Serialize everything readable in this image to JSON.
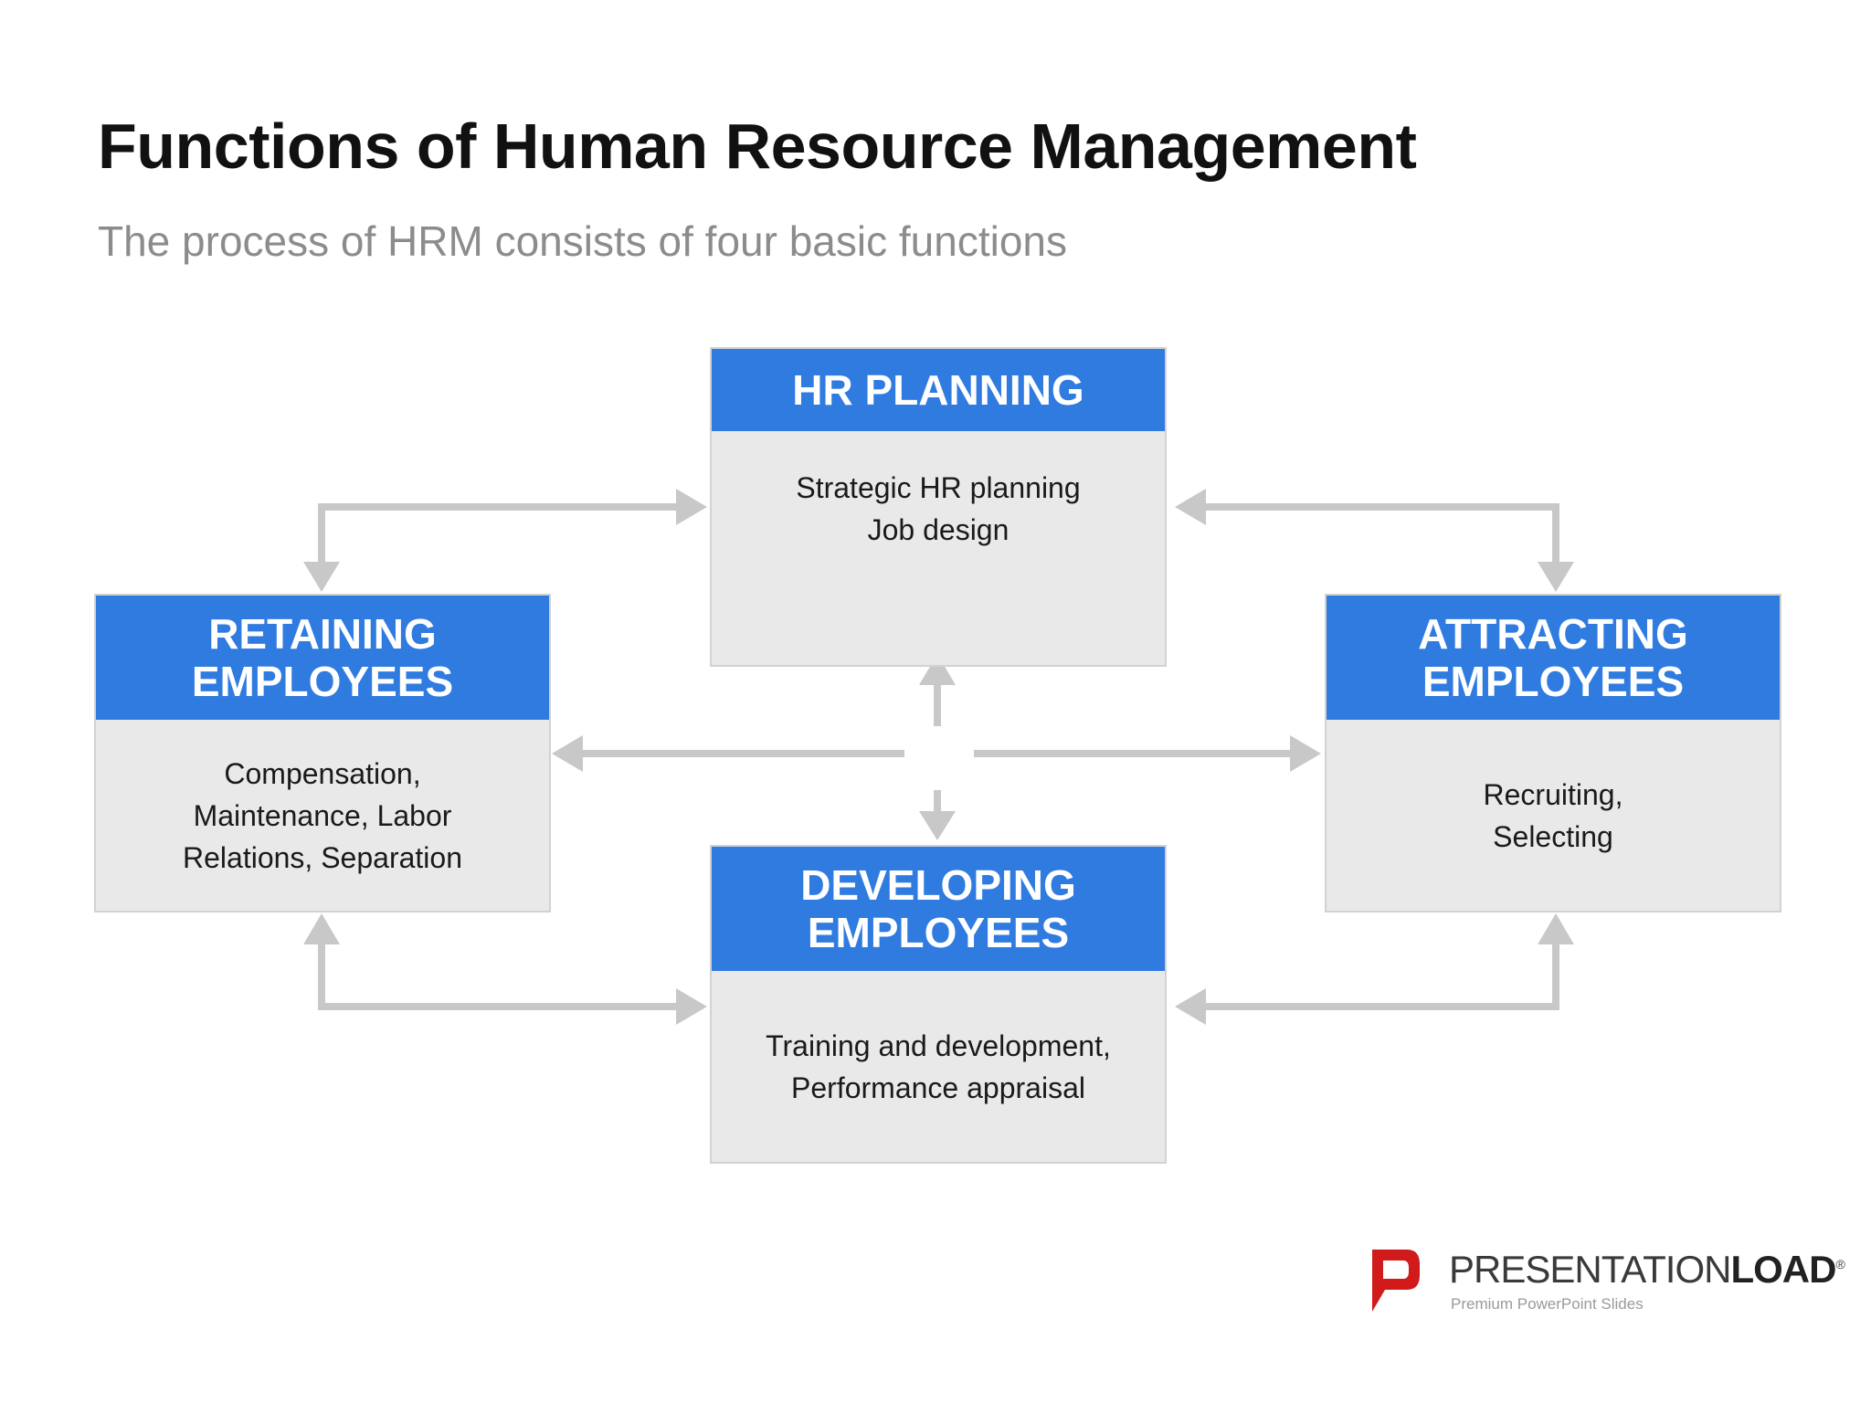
{
  "title": "Functions of Human Resource Management",
  "subtitle": "The process of HRM consists of four basic functions",
  "colors": {
    "header_blue": "#2f7be0",
    "box_gray": "#e9e9e9",
    "arrow_gray": "#c8c8c8"
  },
  "boxes": {
    "hr_planning": {
      "header": [
        "HR PLANNING"
      ],
      "body": [
        "Strategic HR planning",
        "Job design"
      ]
    },
    "retaining": {
      "header": [
        "RETAINING",
        "EMPLOYEES"
      ],
      "body": [
        "Compensation,",
        "Maintenance, Labor",
        "Relations, Separation"
      ]
    },
    "attracting": {
      "header": [
        "ATTRACTING",
        "EMPLOYEES"
      ],
      "body": [
        "Recruiting,",
        "Selecting"
      ]
    },
    "developing": {
      "header": [
        "DEVELOPING",
        "EMPLOYEES"
      ],
      "body": [
        "Training and development,",
        "Performance appraisal"
      ]
    }
  },
  "logo": {
    "name_part1": "PRESENTATION",
    "name_part2": "LOAD",
    "registered": "®",
    "tagline": "Premium PowerPoint Slides",
    "icon": "presentationload-logo-icon"
  }
}
